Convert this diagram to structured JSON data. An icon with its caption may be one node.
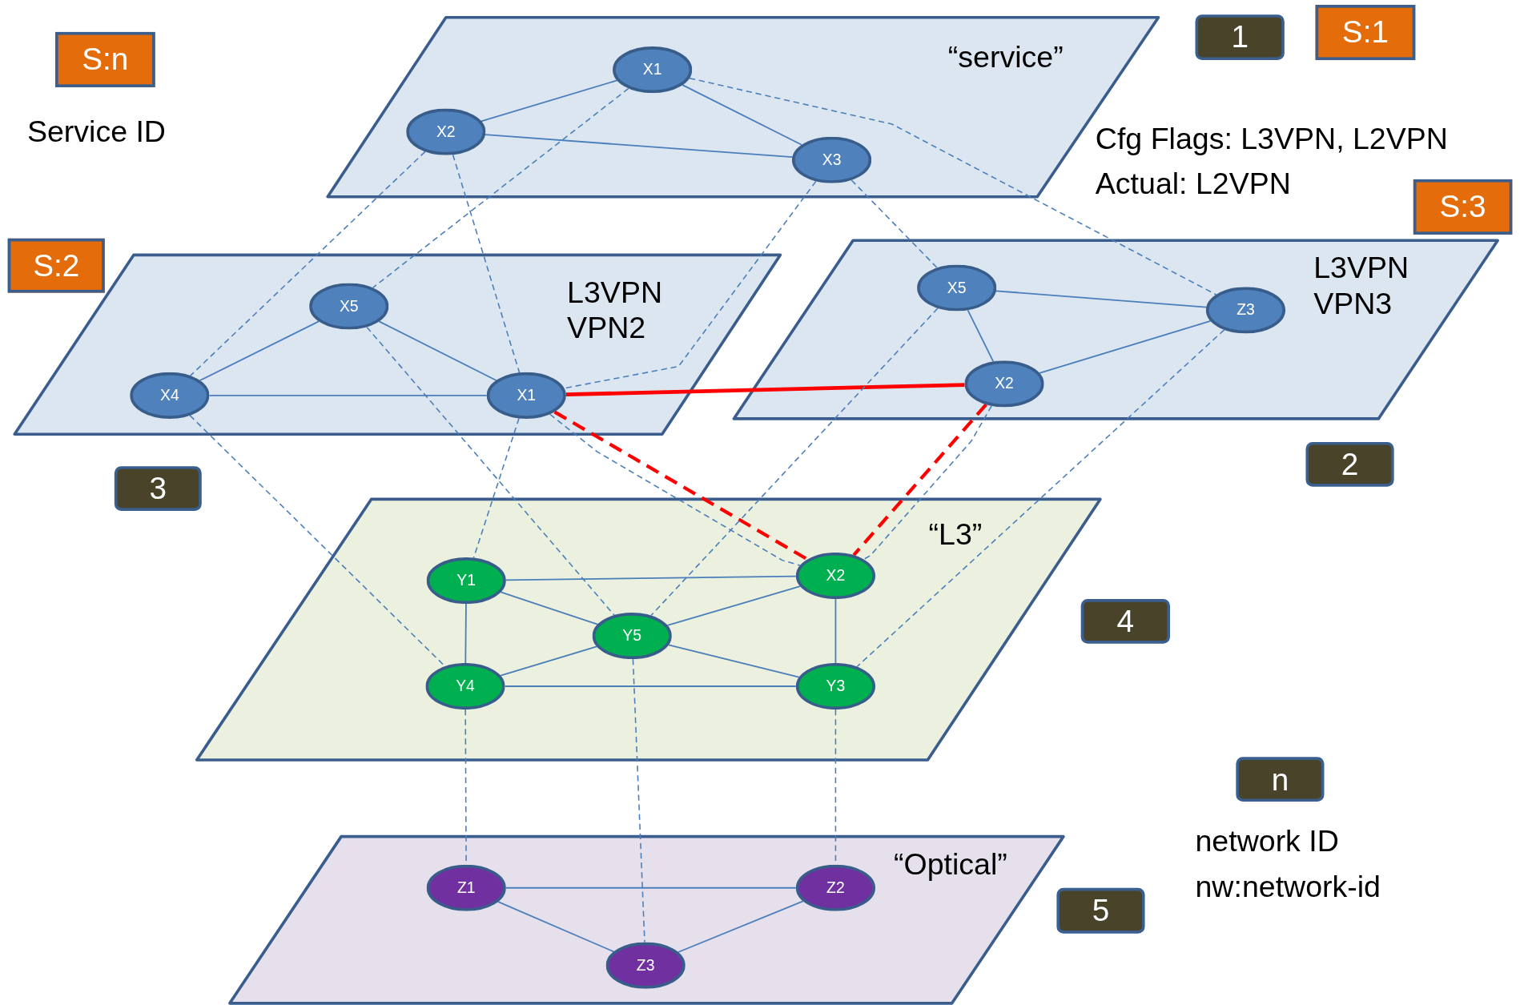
{
  "diagram": {
    "nodes": [
      {
        "text": [
          "S:n"
        ]
      },
      {
        "text": [
          "“service”"
        ]
      },
      {
        "text": [
          "X1"
        ],
        "in": 1
      },
      {
        "text": [
          "X2"
        ],
        "in": 1
      },
      {
        "text": [
          "X3"
        ],
        "in": 1
      },
      {
        "text": [
          "1"
        ]
      },
      {
        "text": [
          "S:1"
        ]
      },
      {
        "text": [
          "S:3"
        ]
      },
      {
        "text": [
          "S:2"
        ]
      },
      {
        "text": [
          "L3VPN VPN2"
        ]
      },
      {
        "text": [
          "X5"
        ],
        "in": 9
      },
      {
        "text": [
          "X4"
        ],
        "in": 9
      },
      {
        "text": [
          "X1"
        ],
        "in": 9
      },
      {
        "text": [
          "L3VPN VPN3"
        ]
      },
      {
        "text": [
          "X5"
        ],
        "in": 13
      },
      {
        "text": [
          "Z3"
        ],
        "in": 13
      },
      {
        "text": [
          "X2"
        ],
        "in": 13
      },
      {
        "text": [
          "2"
        ]
      },
      {
        "text": [
          "3"
        ]
      },
      {
        "text": [
          "“L3”"
        ]
      },
      {
        "text": [
          "Y1"
        ],
        "in": 19
      },
      {
        "text": [
          "X2"
        ],
        "in": 19
      },
      {
        "text": [
          "Y5"
        ],
        "in": 19
      },
      {
        "text": [
          "Y4"
        ],
        "in": 19
      },
      {
        "text": [
          "Y3"
        ],
        "in": 19
      },
      {
        "text": [
          "4"
        ]
      },
      {
        "text": [
          "n"
        ]
      },
      {
        "text": [
          "“Optical”"
        ]
      },
      {
        "text": [
          "Z1"
        ],
        "in": 27
      },
      {
        "text": [
          "Z2"
        ],
        "in": 27
      },
      {
        "text": [
          "Z3"
        ],
        "in": 27
      },
      {
        "text": [
          "5"
        ]
      }
    ],
    "edges": [
      {
        "from": 3,
        "to": 2,
        "arrow": "none"
      },
      {
        "from": 2,
        "to": 4,
        "arrow": "none"
      },
      {
        "from": 3,
        "to": 4,
        "arrow": "none"
      },
      {
        "from": 2,
        "to": 10,
        "arrow": "none",
        "style": "dashed"
      },
      {
        "from": 2,
        "to": 15,
        "arrow": "none",
        "style": "dashed"
      },
      {
        "from": 3,
        "to": 11,
        "arrow": "none",
        "style": "dashed"
      },
      {
        "from": 3,
        "to": 12,
        "arrow": "none",
        "style": "dashed"
      },
      {
        "from": 4,
        "to": 12,
        "arrow": "none",
        "style": "dashed"
      },
      {
        "from": 4,
        "to": 14,
        "arrow": "none",
        "style": "dashed"
      },
      {
        "from": 11,
        "to": 10,
        "arrow": "none"
      },
      {
        "from": 10,
        "to": 12,
        "arrow": "none"
      },
      {
        "from": 11,
        "to": 12,
        "arrow": "none"
      },
      {
        "from": 14,
        "to": 15,
        "arrow": "none"
      },
      {
        "from": 14,
        "to": 16,
        "arrow": "none"
      },
      {
        "from": 16,
        "to": 15,
        "arrow": "none"
      },
      {
        "from": 12,
        "to": 16,
        "arrow": "none",
        "style": "thick",
        "color": "#ff0000"
      },
      {
        "from": 12,
        "to": 21,
        "arrow": "none",
        "style": "dashed",
        "color": "#ff0000"
      },
      {
        "from": 16,
        "to": 21,
        "arrow": "none",
        "style": "dashed",
        "color": "#ff0000"
      },
      {
        "from": 11,
        "to": 23,
        "arrow": "none",
        "style": "dashed"
      },
      {
        "from": 10,
        "to": 22,
        "arrow": "none",
        "style": "dashed"
      },
      {
        "from": 12,
        "to": 20,
        "arrow": "none",
        "style": "dashed"
      },
      {
        "from": 12,
        "to": 21,
        "arrow": "none",
        "style": "dashed"
      },
      {
        "from": 14,
        "to": 22,
        "arrow": "none",
        "style": "dashed"
      },
      {
        "from": 16,
        "to": 21,
        "arrow": "none",
        "style": "dashed"
      },
      {
        "from": 15,
        "to": 24,
        "arrow": "none",
        "style": "dashed"
      },
      {
        "from": 20,
        "to": 21,
        "arrow": "none"
      },
      {
        "from": 20,
        "to": 22,
        "arrow": "none"
      },
      {
        "from": 20,
        "to": 23,
        "arrow": "none"
      },
      {
        "from": 21,
        "to": 22,
        "arrow": "none"
      },
      {
        "from": 21,
        "to": 24,
        "arrow": "none"
      },
      {
        "from": 22,
        "to": 23,
        "arrow": "none"
      },
      {
        "from": 22,
        "to": 24,
        "arrow": "none"
      },
      {
        "from": 23,
        "to": 24,
        "arrow": "none"
      },
      {
        "from": 23,
        "to": 28,
        "arrow": "none",
        "style": "dashed"
      },
      {
        "from": 22,
        "to": 30,
        "arrow": "none",
        "style": "dashed"
      },
      {
        "from": 24,
        "to": 29,
        "arrow": "none",
        "style": "dashed"
      },
      {
        "from": 28,
        "to": 29,
        "arrow": "none"
      },
      {
        "from": 28,
        "to": 30,
        "arrow": "none"
      },
      {
        "from": 30,
        "to": 29,
        "arrow": "none"
      }
    ],
    "labels": [
      "Service ID",
      "Cfg Flags: L3VPN, L2VPN",
      "Actual: L2VPN",
      "network ID",
      "nw:network-id"
    ]
  }
}
